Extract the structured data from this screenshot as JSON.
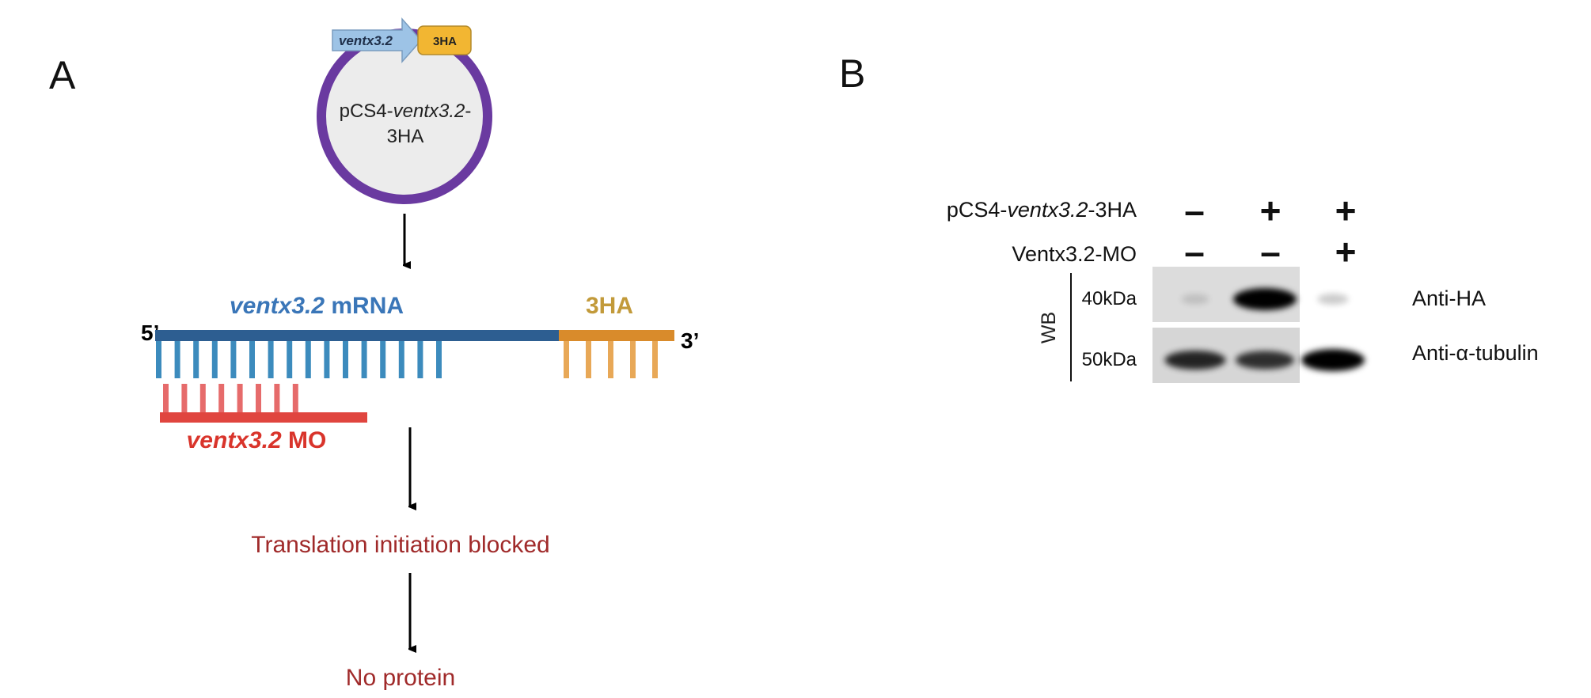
{
  "panel_a": {
    "label": "A",
    "plasmid": {
      "gene_label": "ventx3.2",
      "tag_label": "3HA",
      "name_line1_prefix": "pCS4-",
      "name_line1_italic": "ventx3.2",
      "name_line1_suffix": "-",
      "name_line2": "3HA"
    },
    "mrna": {
      "label_italic": "ventx3.2",
      "label_rest": " mRNA",
      "tag_label": "3HA",
      "five_prime": "5’",
      "three_prime": "3’",
      "mrna_teeth": 16,
      "tag_teeth": 5
    },
    "morpholino": {
      "label_italic": "ventx3.2",
      "label_rest": " MO",
      "teeth": 8
    },
    "step1": "Translation initiation blocked",
    "step2": "No protein",
    "colors": {
      "plasmid_ring": "#6a3aa0",
      "plasmid_fill": "#ececec",
      "gene_arrow": "#9dc3e6",
      "tag_box": "#f2b632",
      "mrna_backbone": "#2d5e91",
      "mrna_teeth": "#3c8bbd",
      "tag_backbone": "#d98b2b",
      "tag_teeth": "#e8a857",
      "mo_backbone": "#e0453f",
      "mo_teeth": "#e66b6b",
      "mrna_text": "#3a76b8",
      "tag_text": "#c29a3a",
      "mo_text": "#d9342b",
      "result_text": "#a02a2a"
    }
  },
  "panel_b": {
    "label": "B",
    "rows": [
      {
        "label_prefix": "pCS4-",
        "label_italic": "ventx3.2",
        "label_suffix": "-3HA",
        "lanes": [
          "-",
          "+",
          "+"
        ]
      },
      {
        "label_prefix": "Ventx3.2-MO",
        "label_italic": "",
        "label_suffix": "",
        "lanes": [
          "-",
          "-",
          "+"
        ]
      }
    ],
    "method_label": "WB",
    "blots": [
      {
        "marker": "40kDa",
        "antibody": "Anti-HA",
        "band_intensity": [
          0.05,
          1.0,
          0.12
        ]
      },
      {
        "marker": "50kDa",
        "antibody": "Anti-α-tubulin",
        "band_intensity": [
          0.75,
          0.7,
          1.0
        ]
      }
    ]
  }
}
